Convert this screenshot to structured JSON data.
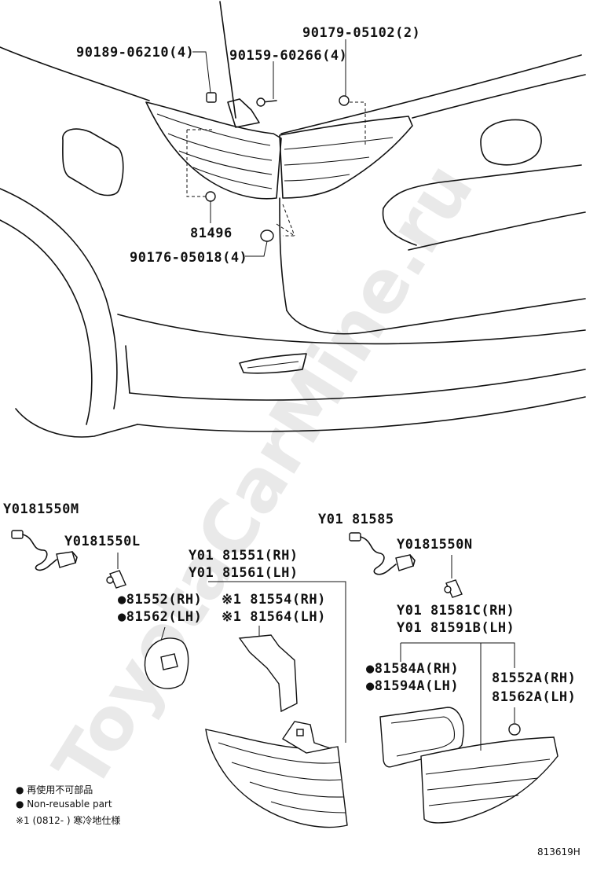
{
  "watermark": "ToyotaCarMine.ru",
  "diagram_id": "813619H",
  "callouts": {
    "p90189": "90189-06210(4)",
    "p90159": "90159-60266(4)",
    "p90179": "90179-05102(2)",
    "p81496": "81496",
    "p90176": "90176-05018(4)",
    "y81550m": "Y0181550M",
    "y81550l": "Y0181550L",
    "y81551": "Y01 81551(RH)",
    "y81561": "Y01 81561(LH)",
    "p81552": "●81552(RH)",
    "p81562": "●81562(LH)",
    "p81554": "※1 81554(RH)",
    "p81564": "※1 81564(LH)",
    "y81585": "Y01 81585",
    "y81550n": "Y0181550N",
    "y81581c": "Y01 81581C(RH)",
    "y81591b": "Y01 81591B(LH)",
    "p81584a": "●81584A(RH)",
    "p81594a": "●81594A(LH)",
    "p81552a": "81552A(RH)",
    "p81562a": "81562A(LH)"
  },
  "legend": {
    "line1": "● 再使用不可部品",
    "line2": "● Non-reusable part",
    "line3": "※1 (0812-      ) 寒冷地仕様"
  }
}
